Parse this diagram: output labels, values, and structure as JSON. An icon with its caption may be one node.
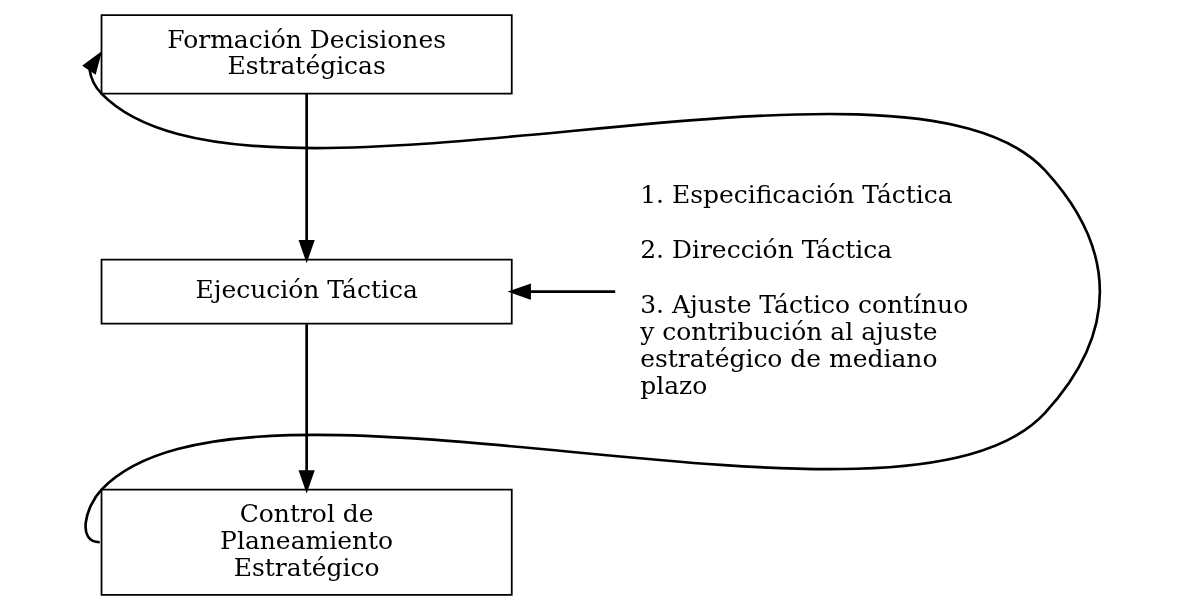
{
  "diagram": {
    "nodes": [
      {
        "text": [
          "Formación Decisiones Estratégicas"
        ]
      },
      {
        "text": [
          "Ejecución Táctica"
        ]
      },
      {
        "text": [
          "Control de Planeamiento Estratégico"
        ]
      },
      {
        "text": [
          "1. Especificación Táctica",
          "2. Dirección Táctica",
          "3. Ajuste Táctico contínuo y contribución al ajuste estratégico de mediano plazo"
        ]
      }
    ],
    "edges": [
      {
        "from": 0,
        "to": 1,
        "arrow": "to"
      },
      {
        "from": 1,
        "to": 2,
        "arrow": "to"
      },
      {
        "from": 2,
        "to": 0,
        "arrow": "to"
      },
      {
        "from": 3,
        "to": 1,
        "arrow": "to"
      }
    ]
  }
}
